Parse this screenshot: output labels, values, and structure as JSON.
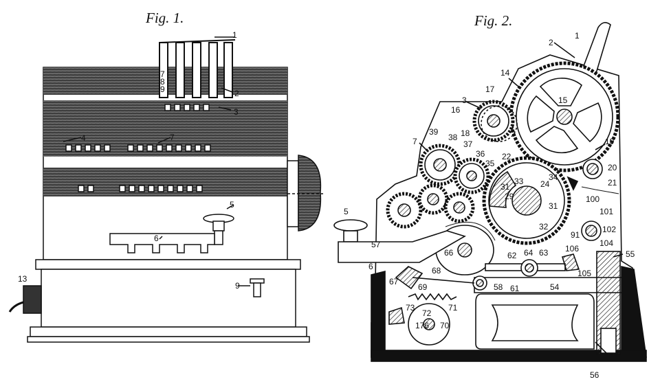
{
  "figures": {
    "fig1": {
      "title": "Fig. 1.",
      "labels": {
        "l1": "1",
        "l2": "2",
        "l3": "3",
        "l4": "4",
        "l7": "7",
        "l5": "5",
        "l6": "6",
        "l9": "9",
        "l13": "13"
      },
      "digit_rows": {
        "r7": "7",
        "r8": "8",
        "r9": "9"
      }
    },
    "fig2": {
      "title": "Fig. 2.",
      "labels": {
        "l1": "1",
        "l2": "2",
        "l14": "14",
        "l3": "3",
        "l17": "17",
        "l15": "15",
        "l16": "16",
        "l18": "18",
        "l7": "7",
        "l39": "39",
        "l38": "38",
        "l37": "37",
        "l36": "36",
        "l22": "22",
        "l35": "35",
        "l34": "34",
        "l33": "33",
        "l24": "24",
        "l31a": "31",
        "l29": "29",
        "l31b": "31",
        "l32": "32",
        "l19": "19",
        "l20": "20",
        "l21": "21",
        "l100": "100",
        "l101": "101",
        "l102": "102",
        "l91": "91",
        "l104": "104",
        "l106": "106",
        "l105": "105",
        "l55": "55",
        "l5": "5",
        "l57": "57",
        "l6": "6",
        "l66": "66",
        "l62": "62",
        "l64": "64",
        "l63": "63",
        "l67": "67",
        "l69": "69",
        "l68": "68",
        "l58": "58",
        "l61": "61",
        "l54": "54",
        "l73": "73",
        "l72": "72",
        "l71": "71",
        "l176": "176",
        "l70": "70",
        "l56": "56"
      }
    }
  }
}
